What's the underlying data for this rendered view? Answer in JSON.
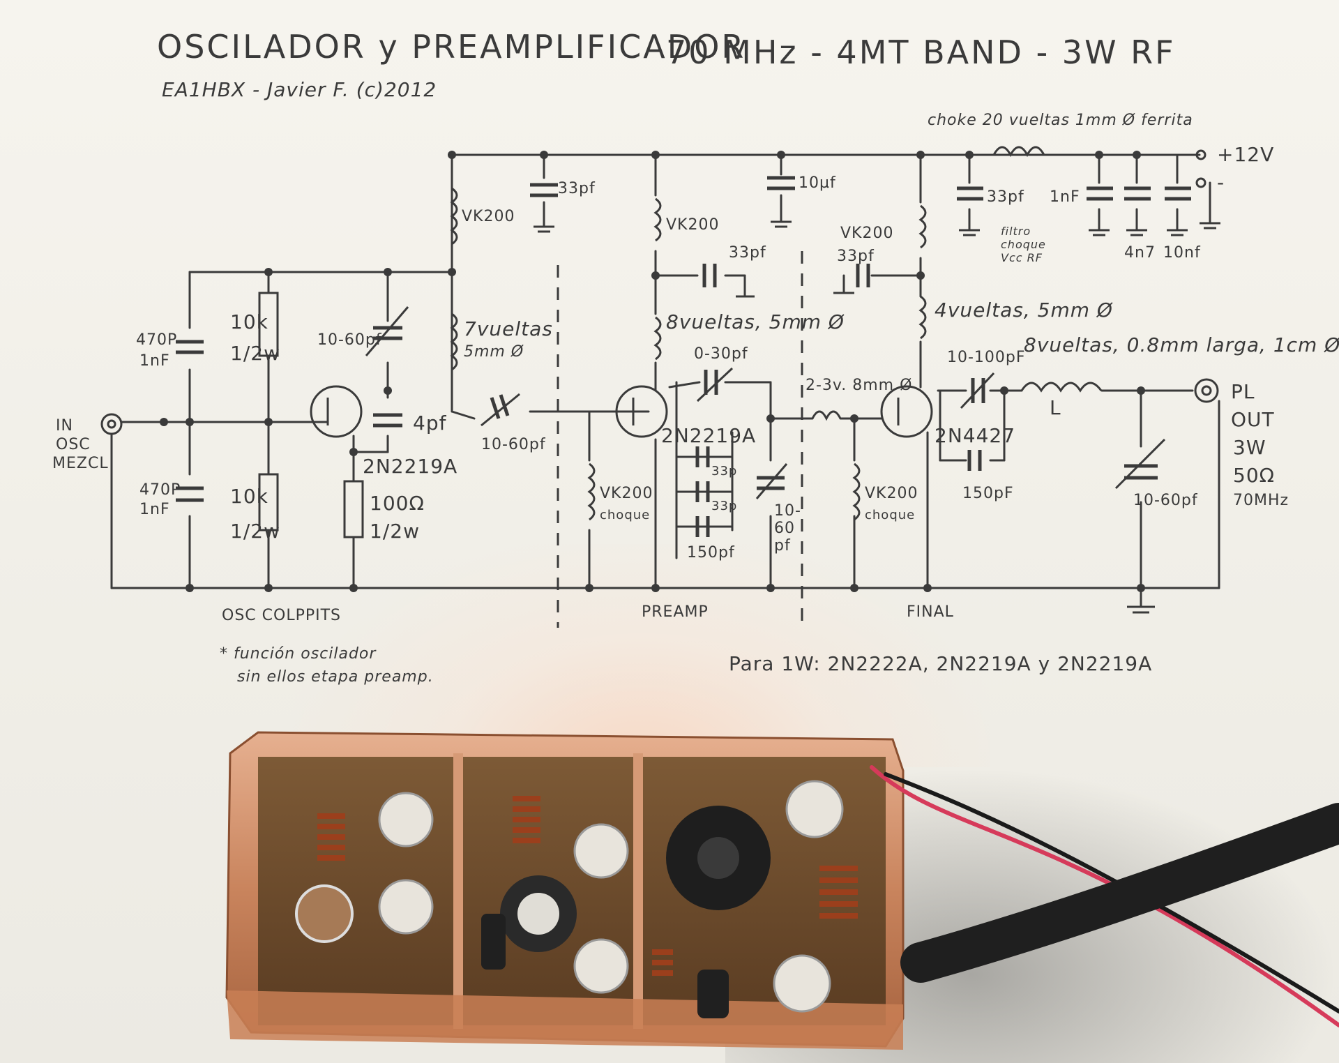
{
  "header": {
    "title_line1": "OSCILADOR y PREAMPLIFICADOR",
    "title_line1_spec": "70 MHz - 4MT BAND - 3W RF",
    "title_line2": "EA1HBX - Javier F. (c)2012"
  },
  "supply": {
    "choke_label": "choke 20 vueltas 1mm Ø ferrita",
    "plus12v": "+12V",
    "minus": "-",
    "filter_note": "filtro choque Vcc RF"
  },
  "components": {
    "c_33pf_a": "33pf",
    "c_10uf": "10µf",
    "c_33pf_b": "33pf",
    "c_1nf": "1nF",
    "c_4n7": "4n7",
    "c_10nf": "10nf",
    "vk200_1": "VK200",
    "vk200_2": "VK200",
    "vk200_3": "VK200",
    "vk200_4": "VK200",
    "vk200_5": "VK200",
    "choque": "choque",
    "c_33pf_pre": "33pf",
    "c_33pf_fin": "33pf",
    "l_8v": "8vueltas, 5mm Ø",
    "l_4v": "4vueltas, 5mm Ø",
    "l_7v_a": "7vueltas",
    "l_7v_b": "5mm Ø",
    "c_470p_a1": "470P",
    "c_470p_a2": "1nF",
    "c_470p_b1": "470P",
    "c_470p_b2": "1nF",
    "r_10k_a1": "10k",
    "r_10k_a2": "1/2w",
    "r_10k_b1": "10k",
    "r_10k_b2": "1/2w",
    "r_100": "100Ω",
    "r_100_w": "1/2w",
    "c_10_60_osc": "10-60pf",
    "c_4pf": "4pf",
    "q1": "2N2219A",
    "c_10_60_cpl": "10-60pf",
    "c_0_30": "0-30pf",
    "q2": "2N2219A",
    "c_33p_1": "33p",
    "c_33p_2": "33p",
    "c_150pf_pre": "150pf",
    "c_10_60_pre": "10-60 pf",
    "l_2_3v": "2-3v. 8mm Ø",
    "q3": "2N4427",
    "c_10_100": "10-100pF",
    "c_150pf_fin": "150pF",
    "l_out": "8vueltas, 0.8mm larga, 1cm Ø",
    "l_out_sym": "L",
    "c_10_60_out": "10-60pf",
    "in1": "IN",
    "in2": "OSC",
    "in3": "MEZCL",
    "out1": "PL",
    "out2": "OUT",
    "out3": "3W",
    "out4": "50Ω",
    "out5": "70MHz"
  },
  "stages": {
    "osc": "OSC COLPPITS",
    "preamp": "PREAMP",
    "final": "FINAL"
  },
  "notes": {
    "osc_note1": "* función oscilador",
    "osc_note2": "sin ellos etapa preamp.",
    "power_note": "Para 1W: 2N2222A, 2N2219A y 2N2219A"
  },
  "colors": {
    "ink": "#3a3a3a",
    "paper": "#f2f0ea",
    "copper": "#c9845d",
    "pcb": "#6b4a2a"
  }
}
